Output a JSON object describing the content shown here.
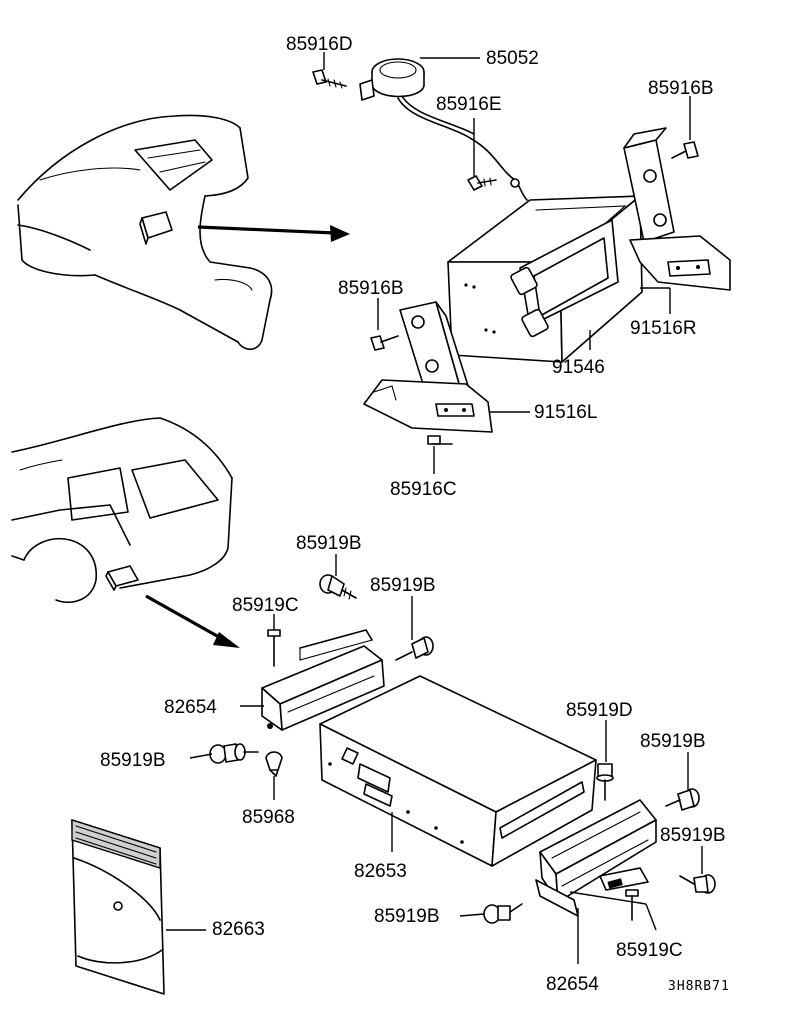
{
  "diagram": {
    "code": "3H8RB71",
    "labels": {
      "l_85916D": "85916D",
      "l_85052": "85052",
      "l_85916E": "85916E",
      "l_85916B_top": "85916B",
      "l_85916B_mid": "85916B",
      "l_91546": "91546",
      "l_91516R": "91516R",
      "l_91516L": "91516L",
      "l_85916C": "85916C",
      "l_85919B_1": "85919B",
      "l_85919B_2": "85919B",
      "l_85919C_1": "85919C",
      "l_82654_1": "82654",
      "l_85919B_3": "85919B",
      "l_85968": "85968",
      "l_82653": "82653",
      "l_82663": "82663",
      "l_85919D": "85919D",
      "l_85919B_4": "85919B",
      "l_85919B_5": "85919B",
      "l_85919B_6": "85919B",
      "l_85919C_2": "85919C",
      "l_82654_2": "82654"
    }
  }
}
